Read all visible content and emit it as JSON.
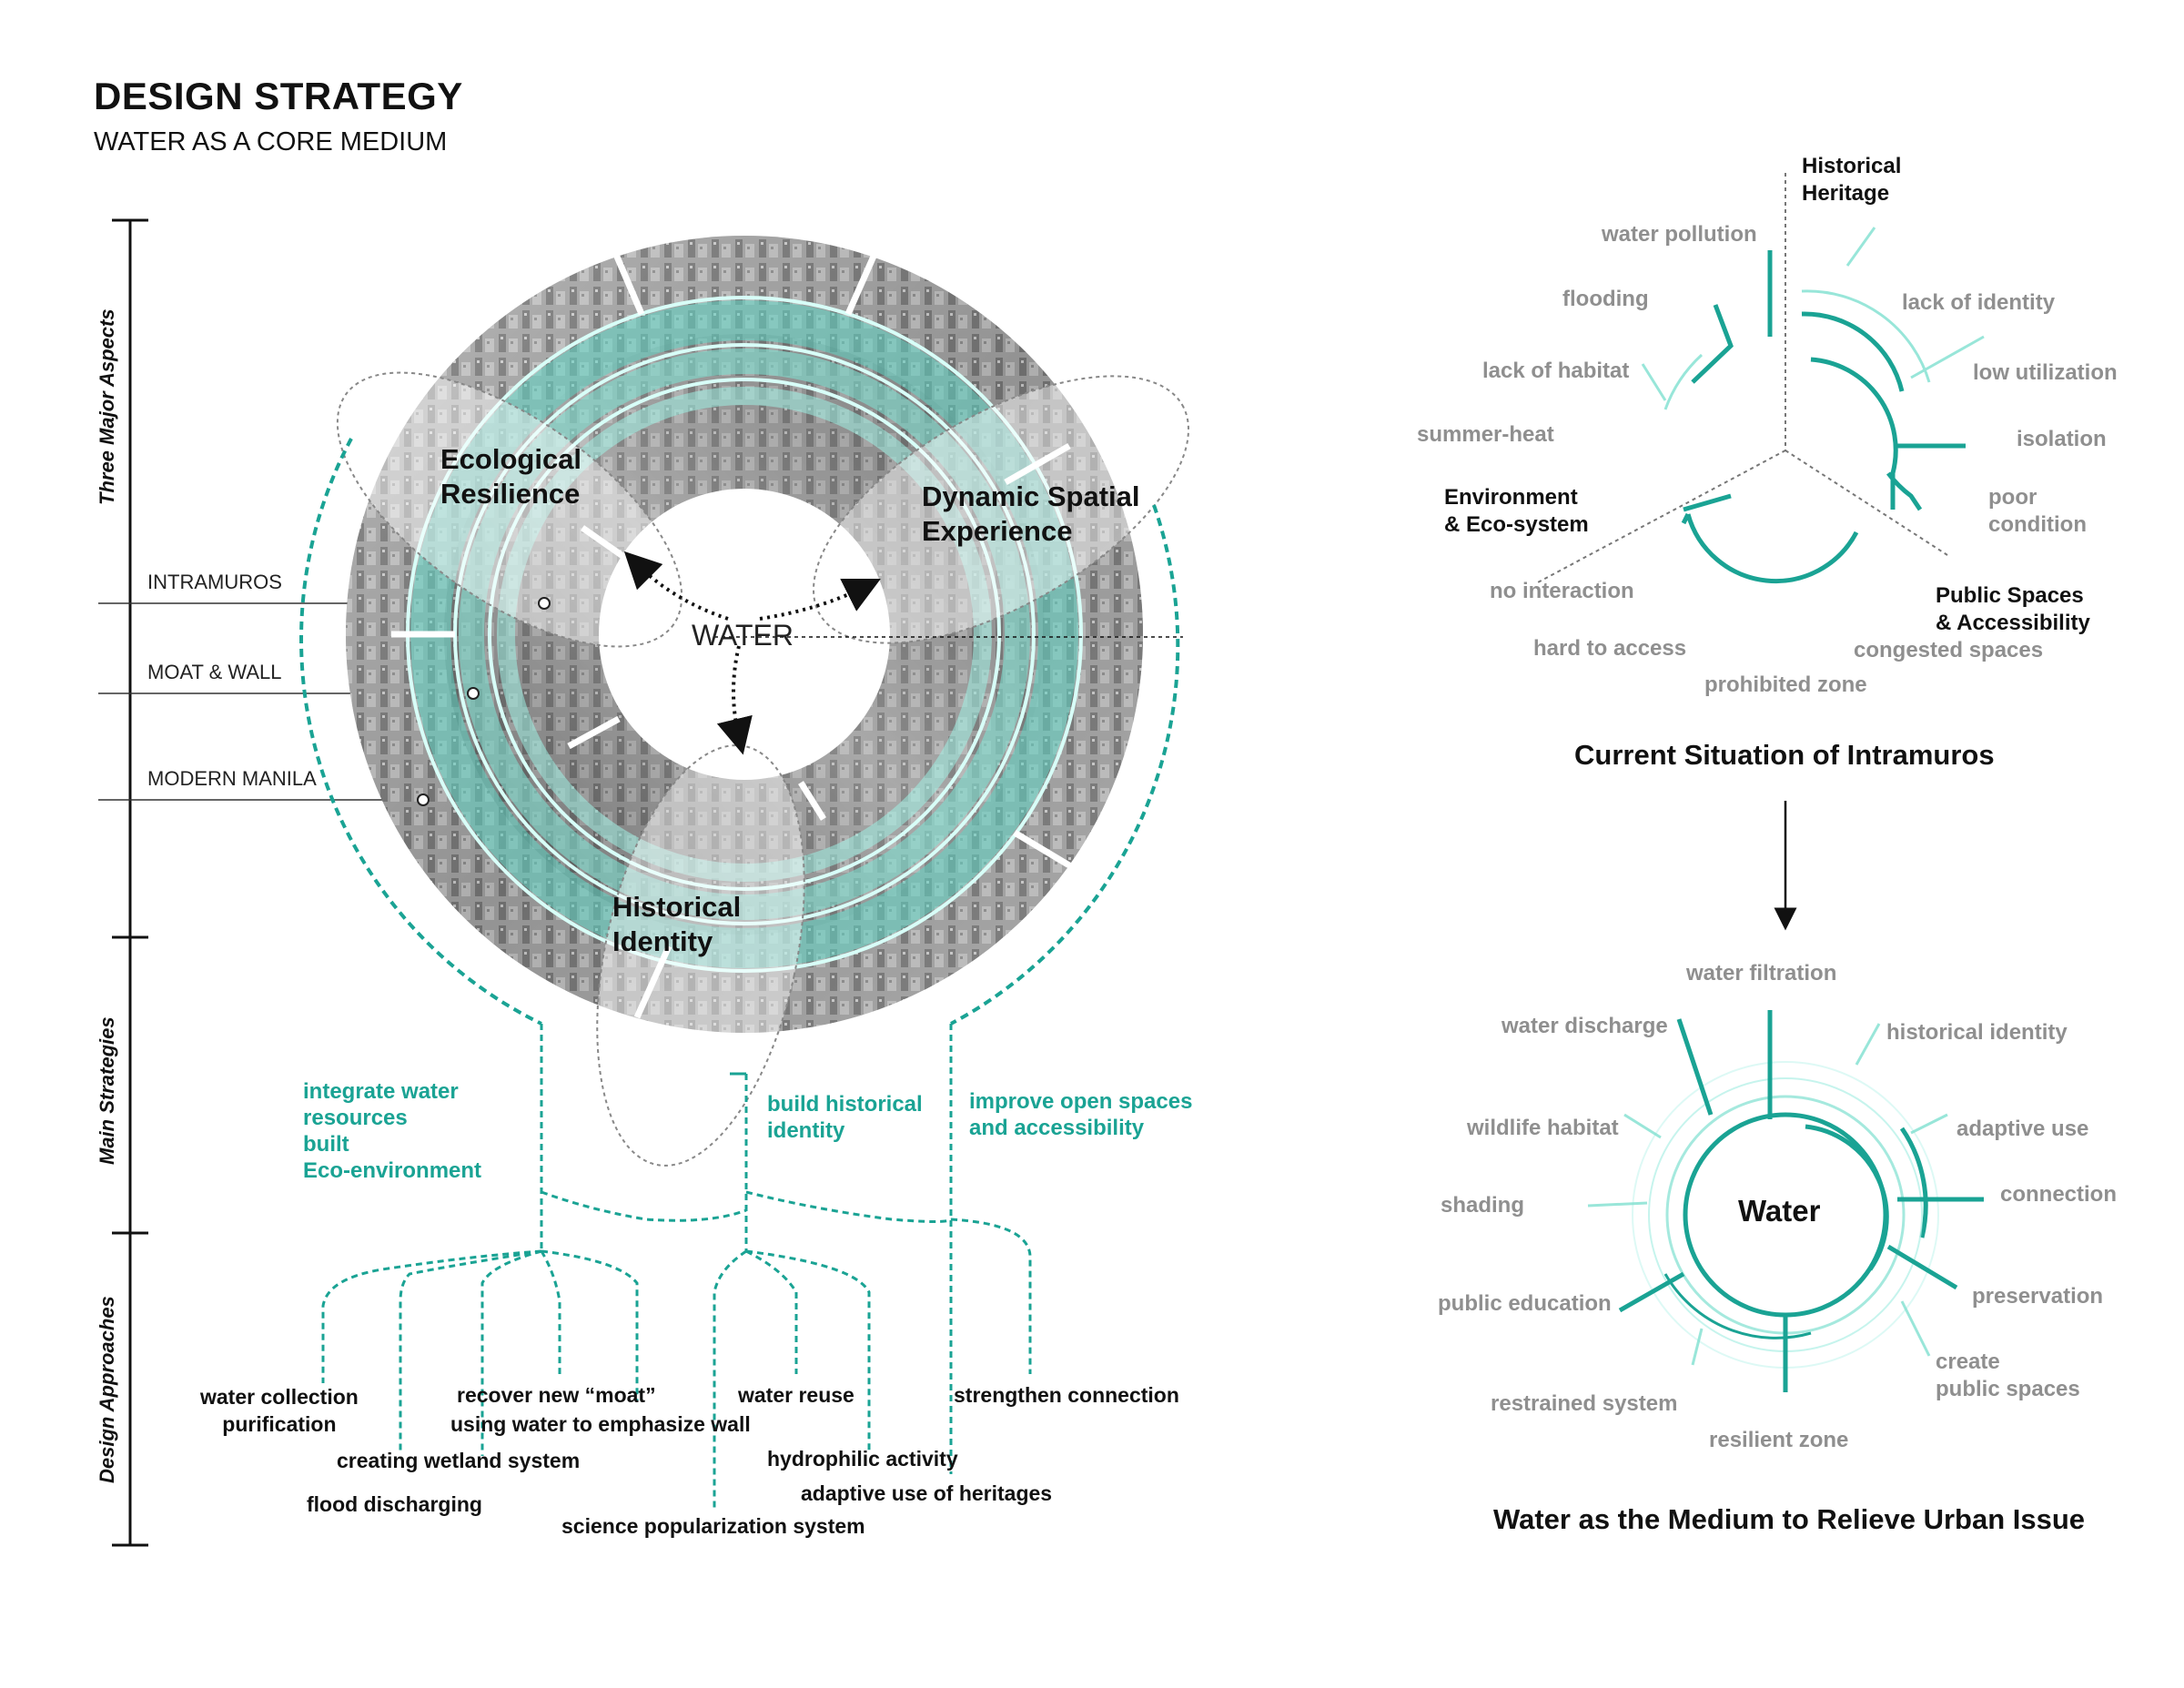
{
  "header": {
    "title": "DESIGN STRATEGY",
    "subtitle": "WATER AS A CORE MEDIUM"
  },
  "axis": {
    "three_major_aspects": "Three Major Aspects",
    "main_strategies": "Main Strategies",
    "design_approaches": "Design Approaches"
  },
  "layers": {
    "intramuros": "INTRAMUROS",
    "moat_wall": "MOAT & WALL",
    "modern_manila": "MODERN MANILA"
  },
  "core": {
    "water": "WATER"
  },
  "aspects": {
    "ecological": "Ecological\nResilience",
    "dynamic": "Dynamic Spatial\nExperience",
    "historical": "Historical\nIdentity"
  },
  "strategies": {
    "integrate": "integrate water\nresources\nbuilt\nEco-environment",
    "build": "build historical\nidentity",
    "improve": "improve open spaces\nand accessibility"
  },
  "approaches": {
    "water_collection": "water collection\npurification",
    "recover_moat": "recover new “moat”",
    "using_water": "using water to emphasize wall",
    "water_reuse": "water reuse",
    "strengthen": "strengthen connection",
    "wetland": "creating wetland system",
    "hydrophilic": "hydrophilic activity",
    "flood": "flood discharging",
    "adaptive_heritage": "adaptive use of heritages",
    "science": "science popularization system"
  },
  "current": {
    "axis_historical": "Historical\nHeritage",
    "axis_environment": "Environment\n& Eco-system",
    "axis_public": "Public Spaces\n& Accessibility",
    "issues": {
      "water_pollution": "water pollution",
      "flooding": "flooding",
      "lack_habitat": "lack of habitat",
      "summer_heat": "summer-heat",
      "lack_identity": "lack of identity",
      "low_utilization": "low utilization",
      "isolation": "isolation",
      "poor_condition": "poor\ncondition",
      "no_interaction": "no interaction",
      "hard_access": "hard to access",
      "prohibited": "prohibited zone",
      "congested": "congested spaces"
    },
    "caption": "Current Situation of Intramuros"
  },
  "medium": {
    "center": "Water",
    "items": {
      "filtration": "water filtration",
      "discharge": "water discharge",
      "historical_identity": "historical identity",
      "wildlife": "wildlife habitat",
      "adaptive": "adaptive use",
      "shading": "shading",
      "connection": "connection",
      "public_education": "public education",
      "preservation": "preservation",
      "create_public": "create\npublic spaces",
      "restrained": "restrained system",
      "resilient": "resilient zone"
    },
    "caption": "Water as the Medium to Relieve Urban Issue"
  },
  "colors": {
    "accent": "#1aa394",
    "accent_light": "#7fe0d0",
    "grey_text": "#8f8f8f"
  }
}
